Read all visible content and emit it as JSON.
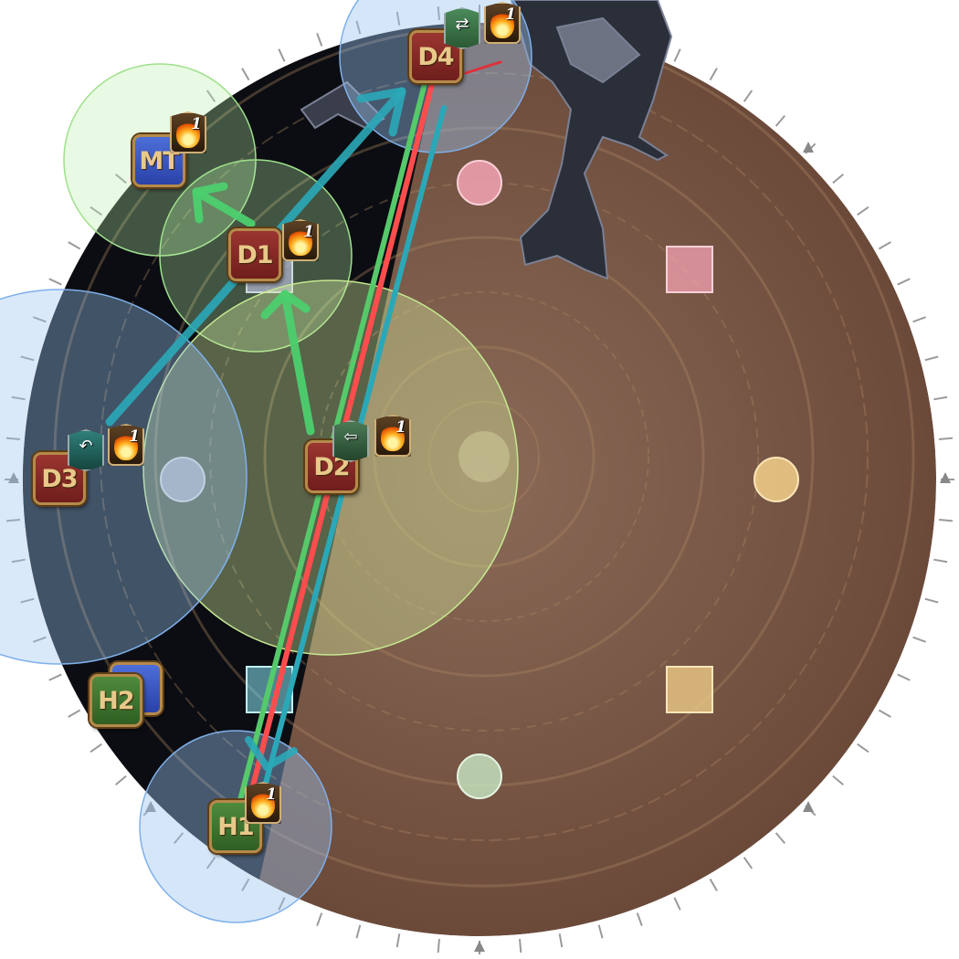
{
  "arena": {
    "colors": {
      "floor_light": "#7a5846",
      "floor_dark": "#0b0d12",
      "runes": "#b08a64",
      "aoe_green": "#b8f0a8",
      "aoe_blue": "#9cc4f0",
      "arrow_teal": "#2aa8b8",
      "arrow_green": "#4ccf6e",
      "line_red": "#ff4d4d",
      "waymark_pink": "#f4a3b2",
      "waymark_yellow": "#f3d08a",
      "waymark_purple": "#b6a4ee",
      "waymark_blue": "#7fd6e4",
      "waymark_green": "#c8e8c4"
    },
    "boss": {
      "icon": "dragon-boss-icon"
    }
  },
  "players": [
    {
      "id": "mt",
      "label": "MT",
      "role": "tank"
    },
    {
      "id": "d1",
      "label": "D1",
      "role": "dps"
    },
    {
      "id": "d2",
      "label": "D2",
      "role": "dps"
    },
    {
      "id": "d3",
      "label": "D3",
      "role": "dps"
    },
    {
      "id": "d4",
      "label": "D4",
      "role": "dps"
    },
    {
      "id": "h1",
      "label": "H1",
      "role": "heal"
    },
    {
      "id": "h2",
      "label": "H2",
      "role": "heal"
    },
    {
      "id": "ot",
      "label": "",
      "role": "tank"
    }
  ],
  "debuffs": {
    "fire_stack": "1",
    "icons": [
      "fire-debuff-icon",
      "stack-marker-icon",
      "knockback-marker-icon",
      "backstep-marker-icon"
    ]
  }
}
